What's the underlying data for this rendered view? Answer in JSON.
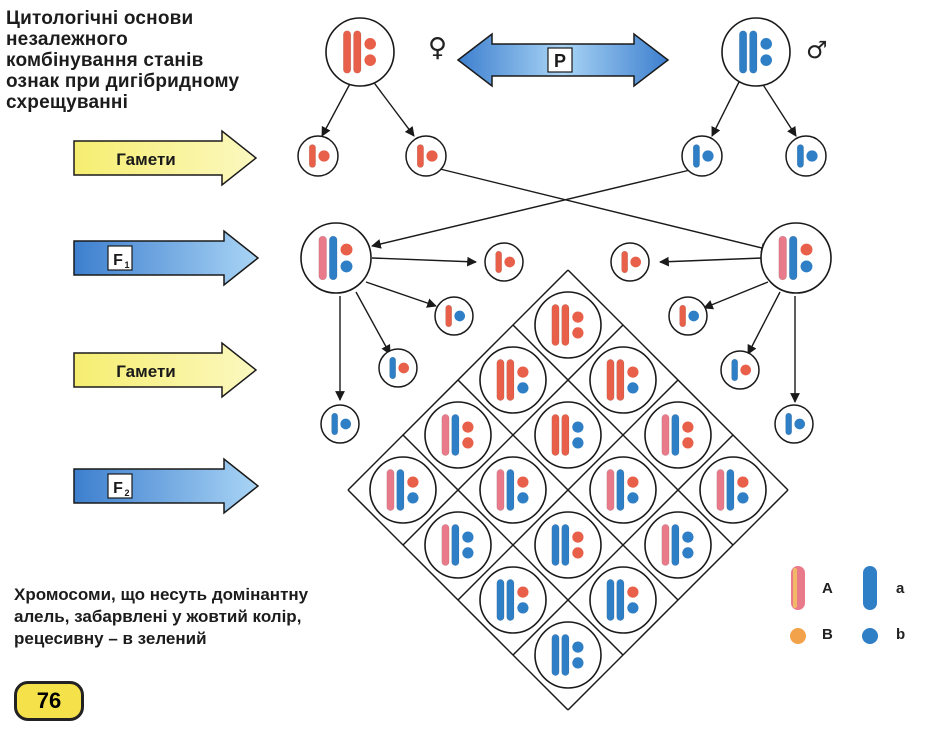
{
  "title": "Цитологічні основи\nнезалежного\nкомбінування станів\nознак при дигібридному\nсхрещуванні",
  "generation_labels": {
    "parents": "P",
    "gametes_1": "Гамети",
    "f1": "F",
    "f1_sub": "1",
    "gametes_2": "Гамети",
    "f2": "F",
    "f2_sub": "2"
  },
  "sex_symbols": {
    "female": "♀",
    "male": "♂"
  },
  "note": "Хромосоми, що несуть домінантну\nалель, забарвлені у жовтий колір,\nрецесивну – в зелений",
  "legend": {
    "A": "A",
    "a": "a",
    "B": "B",
    "b": "b"
  },
  "page_number": "76",
  "colors": {
    "dominant_red": "#e8604a",
    "recessive_blue": "#2f7fc6",
    "pink_a": "#e97a8a",
    "yellow_arrow": "#f4f08a",
    "blue_arrow": "#5aa0dc",
    "highlight_yellow": "#f3d35a"
  },
  "punnett_grid": [
    [
      "AABB",
      "AABb",
      "AaBB",
      "AaBb"
    ],
    [
      "AABb",
      "AAbb",
      "AaBb",
      "Aabb"
    ],
    [
      "AaBB",
      "AaBb",
      "aaBB",
      "aaBb"
    ],
    [
      "AaBb",
      "Aabb",
      "aaBb",
      "aabb"
    ]
  ],
  "f1_gametes": [
    "AB",
    "Ab",
    "aB",
    "ab"
  ]
}
